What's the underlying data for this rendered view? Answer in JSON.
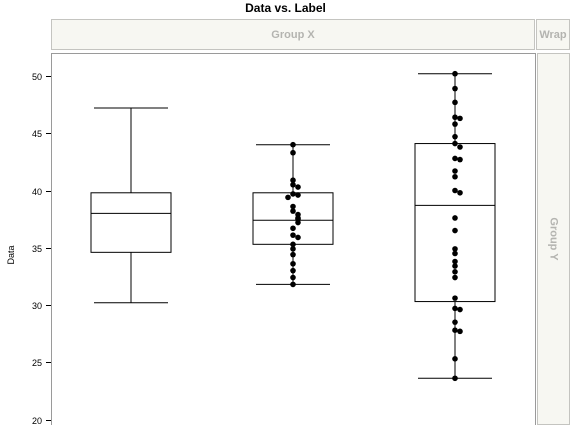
{
  "title": "Data vs. Label",
  "zones": {
    "group_x": "Group X",
    "wrap": "Wrap",
    "group_y": "Group Y"
  },
  "colors": {
    "zone_bg": "#f7f7f2",
    "zone_text": "#b4b4b0",
    "mark": "#000000"
  },
  "chart_data": {
    "type": "box",
    "title": "Data vs. Label",
    "ylabel": "Data",
    "xlabel": "",
    "ylim": [
      20,
      51
    ],
    "yticks": [
      20,
      25,
      30,
      35,
      40,
      45,
      50
    ],
    "grid": false,
    "boxes": [
      {
        "min": 30.2,
        "q1": 34.6,
        "median": 38.0,
        "q3": 39.8,
        "max": 47.2,
        "points": []
      },
      {
        "min": 31.8,
        "q1": 35.3,
        "median": 37.4,
        "q3": 39.8,
        "max": 44.0,
        "points": [
          44.0,
          43.3,
          40.9,
          40.5,
          40.3,
          39.7,
          39.6,
          39.4,
          38.6,
          38.2,
          37.9,
          37.6,
          37.5,
          37.2,
          36.7,
          36.1,
          35.9,
          35.3,
          34.9,
          34.4,
          33.6,
          33.0,
          32.4,
          31.8
        ]
      },
      {
        "min": 23.6,
        "q1": 30.3,
        "median": 38.7,
        "q3": 44.1,
        "max": 50.2,
        "points": [
          50.2,
          48.9,
          47.7,
          46.4,
          46.3,
          45.8,
          44.7,
          44.1,
          43.8,
          42.8,
          42.7,
          41.7,
          41.2,
          40.0,
          39.8,
          37.6,
          36.5,
          34.9,
          34.5,
          33.8,
          33.4,
          32.9,
          32.4,
          30.6,
          29.7,
          29.6,
          28.5,
          27.8,
          27.7,
          25.3,
          23.6
        ]
      }
    ]
  }
}
